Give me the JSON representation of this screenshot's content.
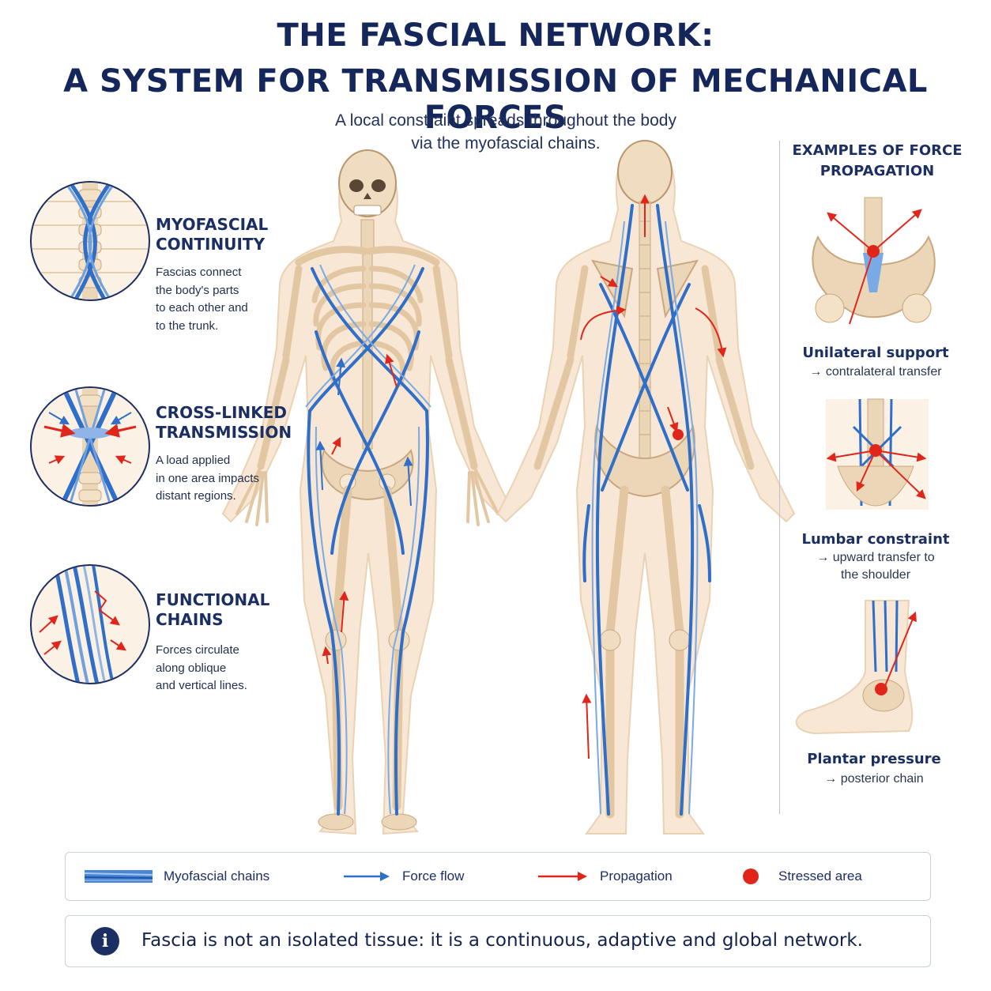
{
  "header": {
    "title_line1": "THE FASCIAL NETWORK:",
    "title_line2": "A SYSTEM FOR TRANSMISSION OF MECHANICAL FORCES",
    "subtitle_line1": "A local constraint spreads throughout the body",
    "subtitle_line2": "via the myofascial chains."
  },
  "concepts": [
    {
      "title_line1": "MYOFASCIAL",
      "title_line2": "CONTINUITY",
      "text": [
        "Fascias connect",
        "the body's parts",
        "to each other and",
        "to the trunk."
      ]
    },
    {
      "title_line1": "CROSS-LINKED",
      "title_line2": "TRANSMISSION",
      "text": [
        "A load applied",
        "in one area impacts",
        "distant regions."
      ]
    },
    {
      "title_line1": "FUNCTIONAL",
      "title_line2": "CHAINS",
      "text": [
        "Forces circulate",
        "along oblique",
        "and vertical lines."
      ]
    }
  ],
  "examples": {
    "heading_line1": "EXAMPLES OF FORCE",
    "heading_line2": "PROPAGATION",
    "items": [
      {
        "title": "Unilateral support",
        "sub": [
          "→ contralateral transfer"
        ]
      },
      {
        "title": "Lumbar constraint",
        "sub": [
          "→ upward transfer to",
          "the shoulder"
        ]
      },
      {
        "title": "Plantar pressure",
        "sub": [
          "→ posterior chain"
        ]
      }
    ]
  },
  "legend": {
    "chains": "Myofascial chains",
    "flow": "Force flow",
    "propagation": "Propagation",
    "stressed": "Stressed area"
  },
  "info": {
    "text": "Fascia is not an isolated tissue: it is a continuous, adaptive and global network."
  },
  "colors": {
    "navy": "#1c2f63",
    "fascia_blue": "#2f6fc9",
    "bone": "#ecd6b8",
    "skin": "#f6e6d3",
    "propagation_red": "#e0261b"
  },
  "icons": {
    "info": "info-icon",
    "chains": "fascia-band-icon",
    "flow": "blue-arrow-icon",
    "propagation": "red-arrow-icon",
    "stressed": "red-dot-icon"
  }
}
